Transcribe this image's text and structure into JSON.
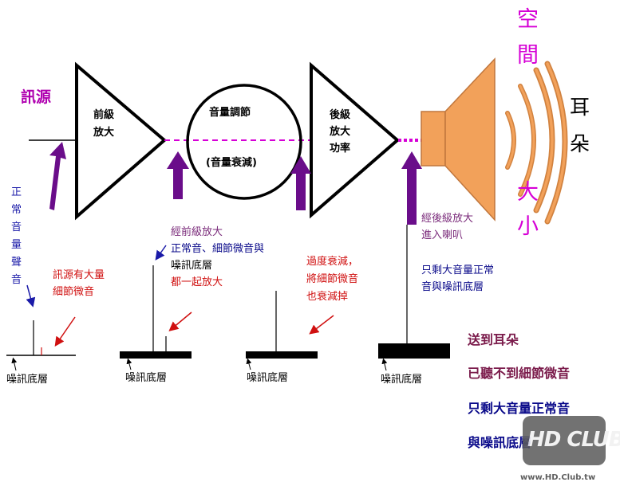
{
  "source_label": "訊源",
  "stages": {
    "preamp": [
      "前級",
      "放大"
    ],
    "volume": [
      "音量調節",
      "(音量衰減)"
    ],
    "power_amp": [
      "後級",
      "放大",
      "功率"
    ]
  },
  "space_text": [
    "空",
    "間",
    "大",
    "小"
  ],
  "ear_text": [
    "耳",
    "朵"
  ],
  "left_vertical": [
    "正",
    "常",
    "音",
    "量",
    "聲",
    "音"
  ],
  "notes": {
    "source": [
      "訊源有大量",
      "細節微音"
    ],
    "preamp_title": "經前級放大",
    "preamp_line1": "正常音、細節微音與",
    "preamp_line2": "噪訊底層",
    "preamp_line3": "都一起放大",
    "volume": [
      "過度衰減，",
      "將細節微音",
      "也衰減掉"
    ],
    "power": [
      "經後級放大",
      "進入喇叭"
    ],
    "remaining": [
      "只剩大音量正常",
      "音與噪訊底層"
    ]
  },
  "noise_floor_label": "噪訊底層",
  "conclusion": [
    "送到耳朵",
    "已聽不到細節微音",
    "只剩大音量正常音",
    "與噪訊底層"
  ],
  "watermark": {
    "logo": "HD CLUB",
    "url": "www.HD.Club.tw"
  },
  "colors": {
    "purple": "#6a0d8a",
    "magenta": "#d600d6",
    "blue": "#1a1aa8",
    "red": "#d01010",
    "speaker": "#f2a15a",
    "speaker_stroke": "#c0763c",
    "dark_red": "#7a1a4a",
    "navy": "#0a0a8a"
  }
}
